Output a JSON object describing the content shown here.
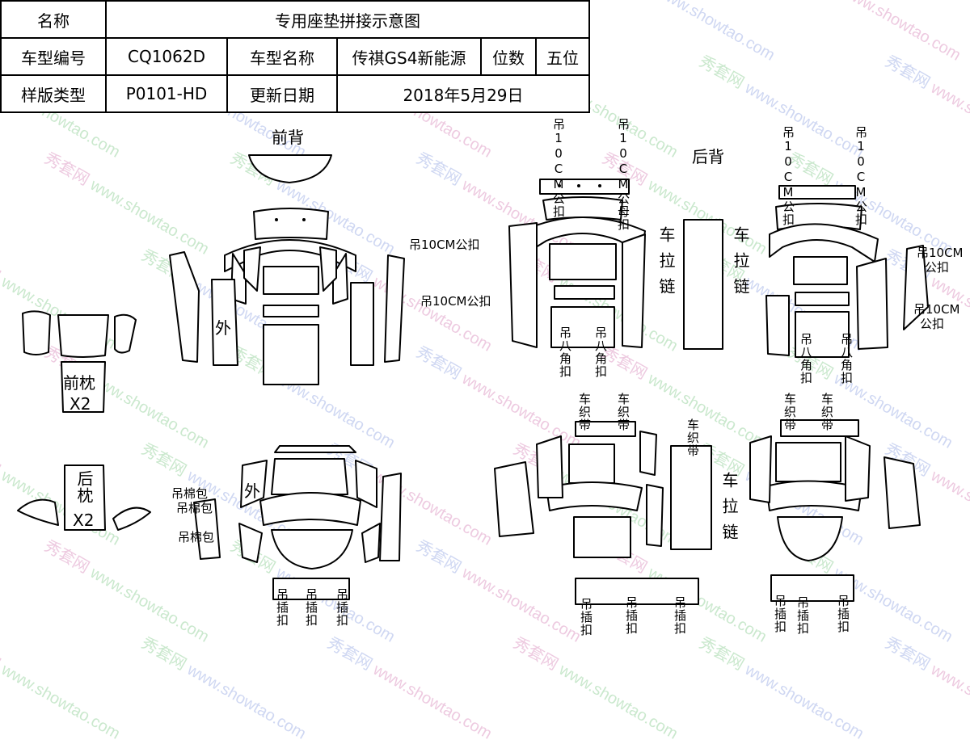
{
  "header": {
    "name_label": "名称",
    "title": "专用座垫拼接示意图",
    "model_no_label": "车型编号",
    "model_no": "CQ1062D",
    "model_name_label": "车型名称",
    "model_name": "传祺GS4新能源",
    "seats_label": "位数",
    "seats": "五位",
    "pattern_type_label": "样版类型",
    "pattern_type": "P0101-HD",
    "update_label": "更新日期",
    "update_date": "2018年5月29日"
  },
  "labels": {
    "front_back": "前背",
    "rear_back": "后背",
    "front_pillow": "前枕",
    "rear_pillow": "后枕",
    "x2": "X2",
    "outer": "外",
    "hang_10cm": "吊10CM公扣",
    "hang_10cm_female": "吊10CM公母扣",
    "hang_10cm_split_a": "吊10CM",
    "hang_10cm_split_b": "公扣",
    "car_pull_chain": "车拉链",
    "hang_octagon": "吊八角扣",
    "car_strap": "车织带",
    "hang_cotton_bag": "吊棉包",
    "hang_insert": "吊插扣"
  },
  "watermark": {
    "brand_cn": "秀套网",
    "brand_url": "www.showtao.com",
    "colors": [
      "#e0a0c8",
      "#9fd6a6",
      "#a8b8e8"
    ]
  }
}
